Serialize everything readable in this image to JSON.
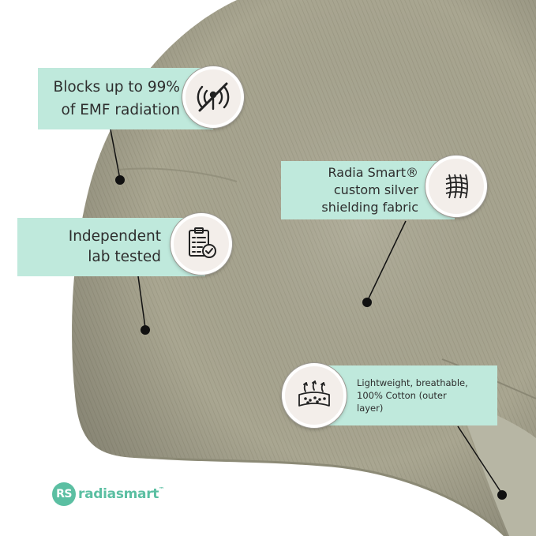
{
  "callouts": [
    {
      "lines": [
        "Blocks up to 99%",
        "of EMF radiation"
      ],
      "icon": "no-signal-icon"
    },
    {
      "lines": [
        "Radia Smart®",
        "custom silver",
        "shielding fabric"
      ],
      "icon": "mesh-fabric-icon"
    },
    {
      "lines": [
        "Independent",
        "lab tested"
      ],
      "icon": "checklist-icon"
    },
    {
      "lines": [
        "Lightweight, breathable,",
        "100% Cotton (outer",
        "layer)"
      ],
      "icon": "breathable-fabric-icon"
    }
  ],
  "brand": {
    "mark": "RS",
    "name": "radiasmart",
    "tm": "™"
  },
  "colors": {
    "label_bg": "#bfe9dc",
    "brand": "#5bbfa2",
    "fabric": "#a8a590",
    "badge_bg": "#f3eeea"
  }
}
